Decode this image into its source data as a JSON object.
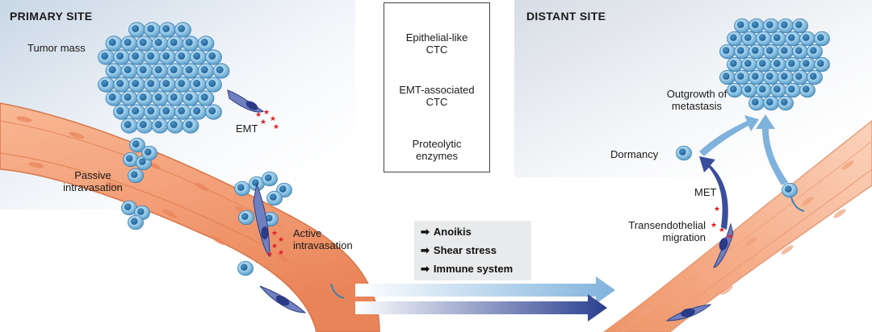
{
  "primary_site": {
    "title": "PRIMARY SITE"
  },
  "distant_site": {
    "title": "DISTANT SITE"
  },
  "labels": {
    "tumor_mass": "Tumor mass",
    "emt": "EMT",
    "passive_intravasation": [
      "Passive",
      "intravasation"
    ],
    "active_intravasation": [
      "Active",
      "intravasation"
    ],
    "dormancy": "Dormancy",
    "met": "MET",
    "outgrowth": [
      "Outgrowth of",
      "metastasis"
    ],
    "transendothelial": [
      "Transendothelial",
      "migration"
    ]
  },
  "legend": {
    "epithelial": [
      "Epithelial-like",
      "CTC"
    ],
    "emt_ctc": [
      "EMT-associated",
      "CTC"
    ],
    "enzymes": [
      "Proteolytic",
      "enzymes"
    ]
  },
  "barriers": {
    "arrow_glyph": "➡",
    "items": [
      "Anoikis",
      "Shear stress",
      "Immune system"
    ]
  },
  "colors": {
    "cell_fill": "#8ec4e4",
    "cell_stroke": "#3e7fb0",
    "emt_cell": "#4a5fa5",
    "vessel": "#f3a57f",
    "enzyme": "#d9202a",
    "arrow_light": "#7fb2dc",
    "arrow_dark": "#2a3f8f"
  }
}
